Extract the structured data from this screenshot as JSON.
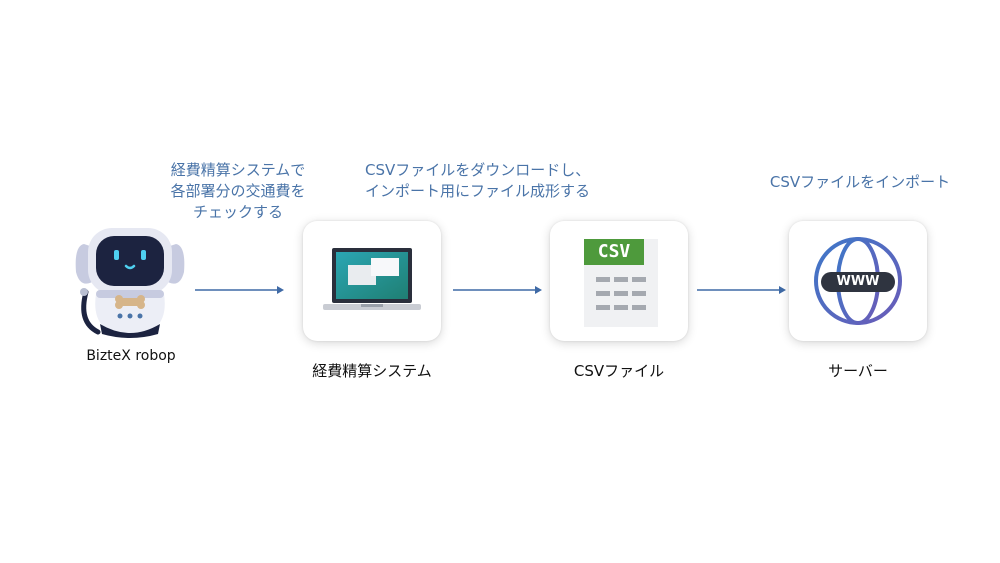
{
  "captions": {
    "check_line1": "経費精算システムで",
    "check_line2": "各部署分の交通費を",
    "check_line3": "チェックする",
    "download_line1": "CSVファイルをダウンロードし、",
    "download_line2": "インポート用にファイル成形する",
    "import_line1": "CSVファイルをインポート"
  },
  "nodes": {
    "robot_label": "BizteX robop",
    "expense_label": "経費精算システム",
    "csv_label": "CSVファイル",
    "server_label": "サーバー"
  },
  "icons": {
    "csv_badge": "CSV",
    "www_badge": "WWW"
  },
  "colors": {
    "caption": "#4a74a8",
    "arrow": "#3f6aa6",
    "csv_green": "#4e9a3c",
    "globe_blue": "#3e78c8",
    "globe_purple": "#6a5bb8"
  }
}
